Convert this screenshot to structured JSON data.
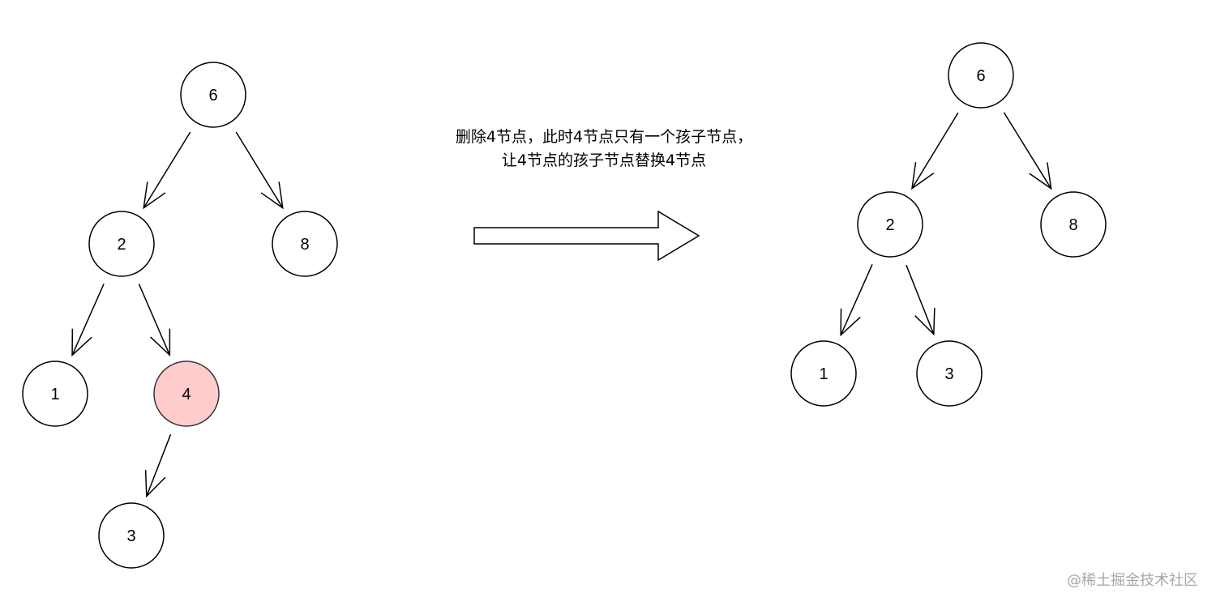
{
  "caption": {
    "line1": "删除4节点，此时4节点只有一个孩子节点，",
    "line2": "让4节点的孩子节点替换4节点"
  },
  "before_tree": {
    "nodes": [
      {
        "id": "6",
        "label": "6"
      },
      {
        "id": "2",
        "label": "2"
      },
      {
        "id": "8",
        "label": "8"
      },
      {
        "id": "1",
        "label": "1"
      },
      {
        "id": "4",
        "label": "4",
        "highlighted": true
      },
      {
        "id": "3",
        "label": "3"
      }
    ],
    "edges": [
      [
        "6",
        "2"
      ],
      [
        "6",
        "8"
      ],
      [
        "2",
        "1"
      ],
      [
        "2",
        "4"
      ],
      [
        "4",
        "3"
      ]
    ]
  },
  "after_tree": {
    "nodes": [
      {
        "id": "6",
        "label": "6"
      },
      {
        "id": "2",
        "label": "2"
      },
      {
        "id": "8",
        "label": "8"
      },
      {
        "id": "1",
        "label": "1"
      },
      {
        "id": "3",
        "label": "3"
      }
    ],
    "edges": [
      [
        "6",
        "2"
      ],
      [
        "6",
        "8"
      ],
      [
        "2",
        "1"
      ],
      [
        "2",
        "3"
      ]
    ]
  },
  "colors": {
    "stroke": "#000000",
    "node_fill": "#ffffff",
    "highlight_fill": "#ffcccc",
    "highlight_stroke": "#333333",
    "watermark": "#a8a8a8"
  },
  "watermark": "@稀土掘金技术社区"
}
